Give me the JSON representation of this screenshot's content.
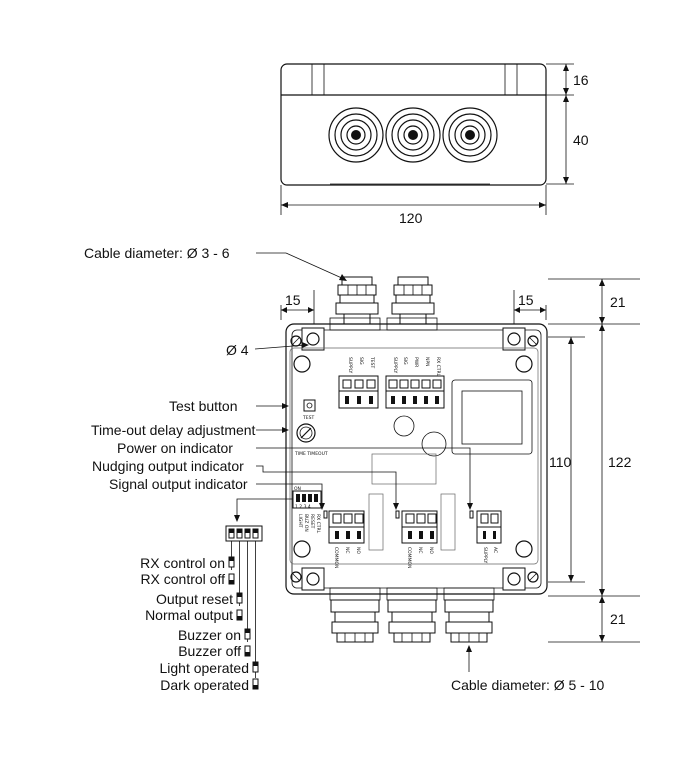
{
  "dimensions": {
    "top_lid_height": "16",
    "top_body_height": "40",
    "top_width": "120",
    "edge_left": "15",
    "edge_right": "15",
    "gland_top": "21",
    "inner_height": "110",
    "outer_height": "122",
    "gland_bottom": "21"
  },
  "callouts": {
    "cable_top": "Cable diameter: Ø 3 - 6",
    "cable_bottom": "Cable diameter: Ø 5 - 10",
    "hole": "Ø 4",
    "test_button": "Test button",
    "timeout": "Time-out delay adjustment",
    "power": "Power on indicator",
    "nudging": "Nudging output indicator",
    "signal": "Signal output indicator"
  },
  "dip_settings": [
    "RX control on",
    "RX control off",
    "Output reset",
    "Normal output",
    "Buzzer on",
    "Buzzer off",
    "Light operated",
    "Dark operated"
  ],
  "pcb_text": {
    "test": "TEST",
    "timeout": "TIME TIMEOUT",
    "on": "ON",
    "dip_nums": "1 2 3 4",
    "dip_labels_1": "LIGHT",
    "dip_labels_2": "BUZ ON",
    "dip_labels_3": "RESET",
    "dip_labels_4": "RX CTRL",
    "t1_1": "+",
    "t1_2": "SUPPLY",
    "t1_3": "SIG",
    "t1_4": "TEST",
    "t2_1": "SUPPLY",
    "t2_2": "SIG",
    "t2_3": "PWR",
    "t2_4": "NPN",
    "t2_5": "RX CTRL",
    "b1": "COMMON",
    "b1b": "NO",
    "b1c": "NC",
    "b2": "COMMON",
    "b2b": "NO",
    "b2c": "NC",
    "b3": "SUPPLY",
    "b3b": "AC"
  }
}
